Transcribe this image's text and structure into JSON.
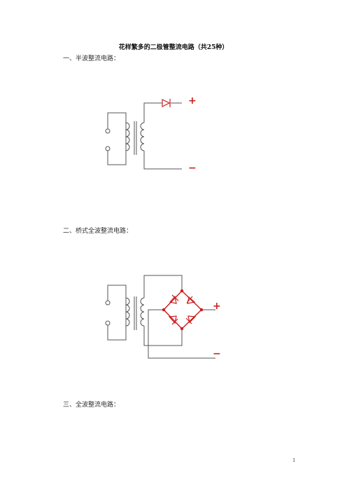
{
  "document": {
    "title": "花样繁多的二极管整流电路（共25种）",
    "sections": [
      {
        "heading": "一、半波整流电路："
      },
      {
        "heading": "二、桥式全波整流电路："
      },
      {
        "heading": "三、全波整流电路："
      }
    ],
    "polarity": {
      "plus": "+",
      "minus": "−"
    },
    "page_number": "1"
  },
  "colors": {
    "wire": "#555555",
    "diode": "#cc1f1f"
  }
}
